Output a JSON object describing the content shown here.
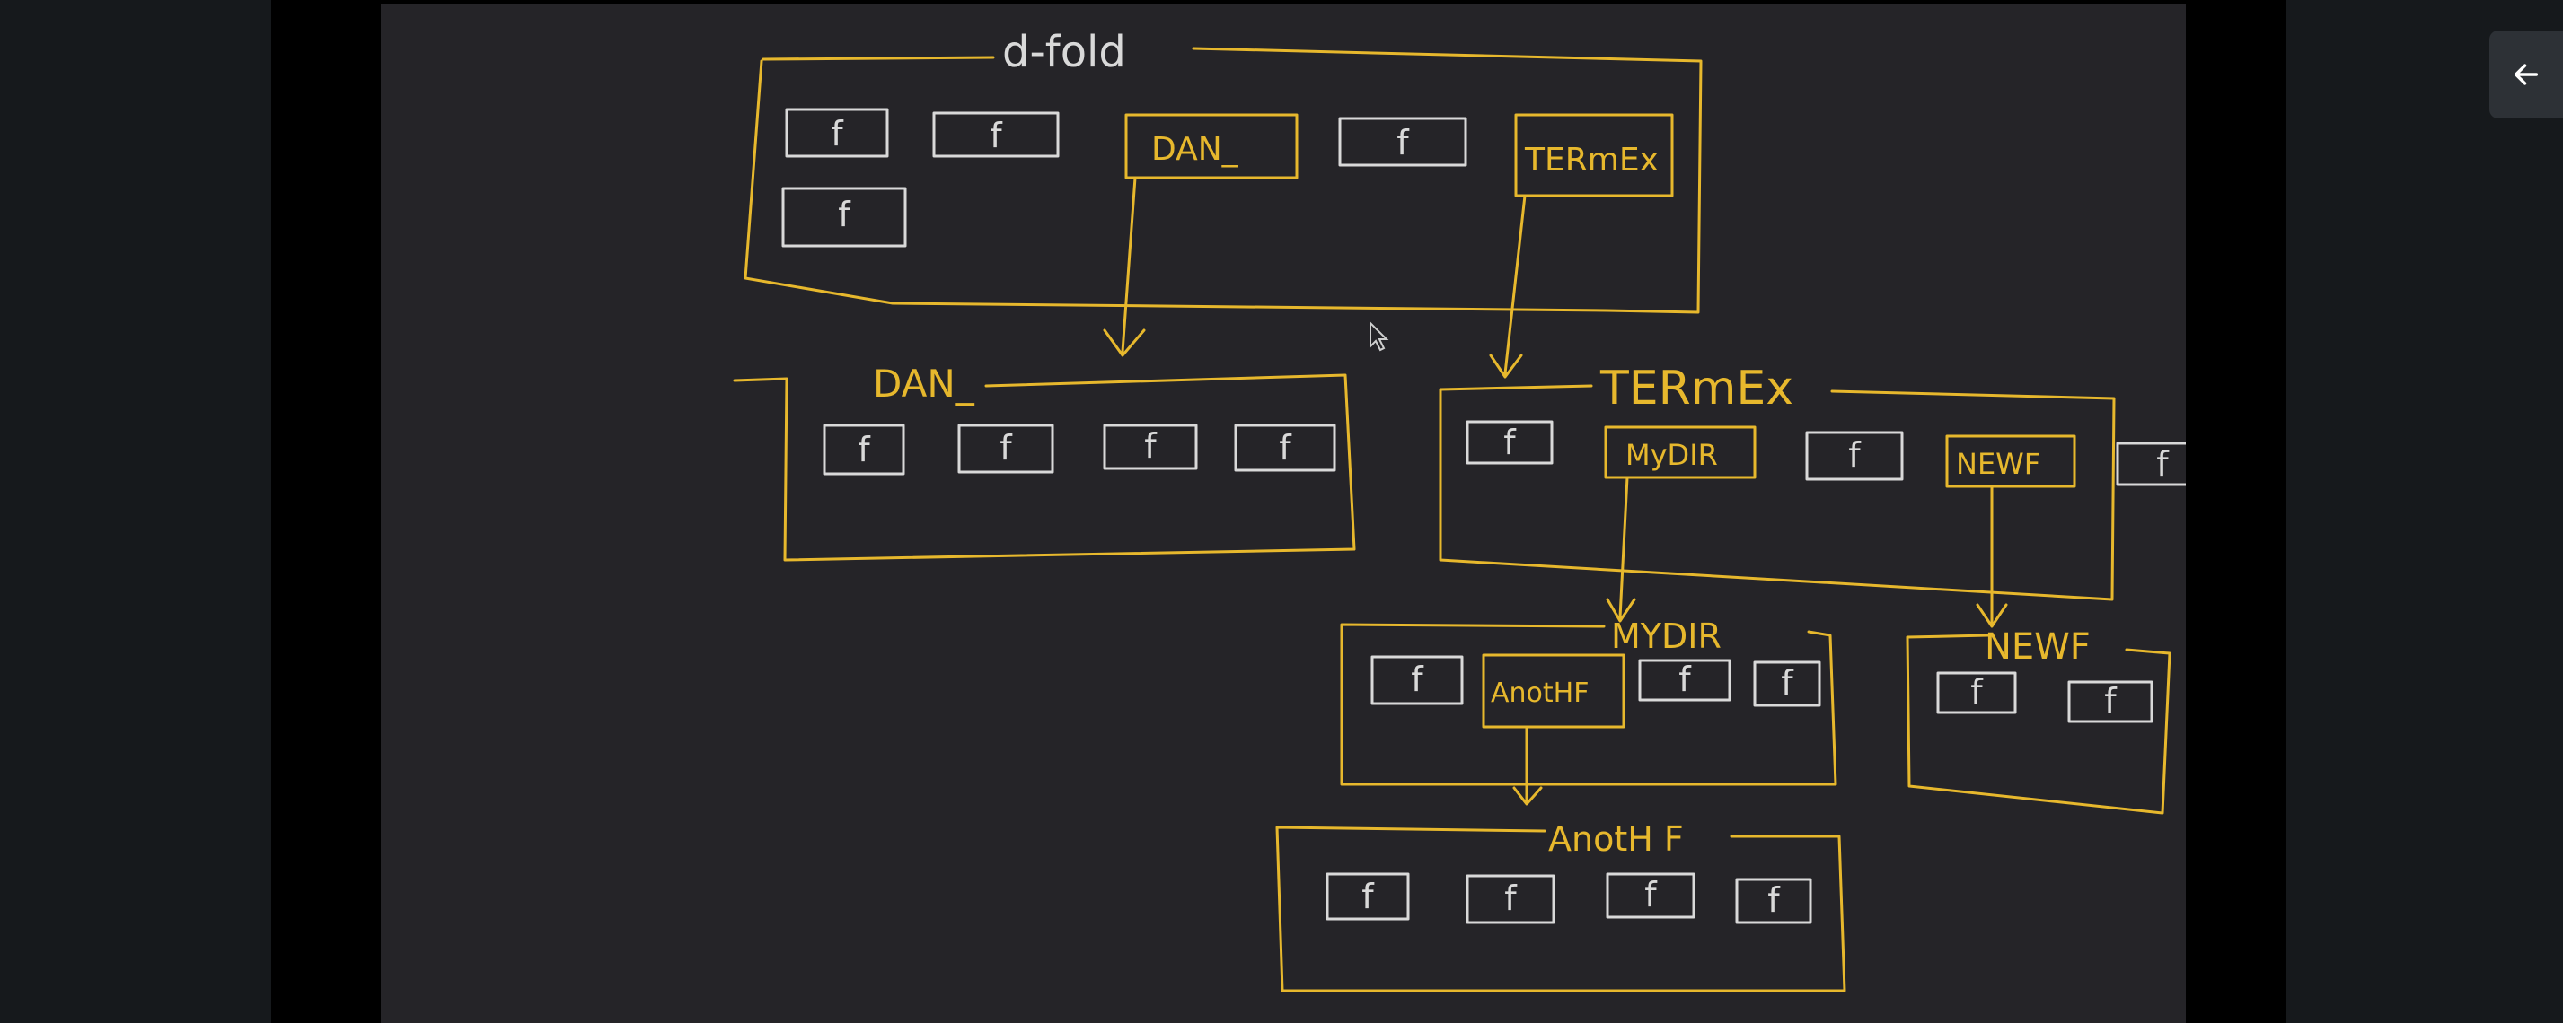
{
  "viewer": {
    "back_icon": "arrow-left-icon"
  },
  "colors": {
    "board": "#252428",
    "folder_stroke": "#e7b82d",
    "file_stroke": "#d9d9d9",
    "letterbox": "#000000",
    "viewer_bg": "#16191c"
  },
  "diagram": {
    "root": {
      "title": "d-fold",
      "dir_boxes": [
        "DAN_",
        "TERmEx"
      ],
      "file_glyph": "f"
    },
    "dan": {
      "title": "DAN_"
    },
    "termex": {
      "title": "TERmEx",
      "dir_boxes": [
        "MyDIR",
        "NEWF"
      ]
    },
    "mydir": {
      "title": "MYDIR",
      "dir_boxes": [
        "AnotHF"
      ]
    },
    "newf": {
      "title": "NEWF"
    },
    "anothf": {
      "title": "AnotH F"
    }
  }
}
